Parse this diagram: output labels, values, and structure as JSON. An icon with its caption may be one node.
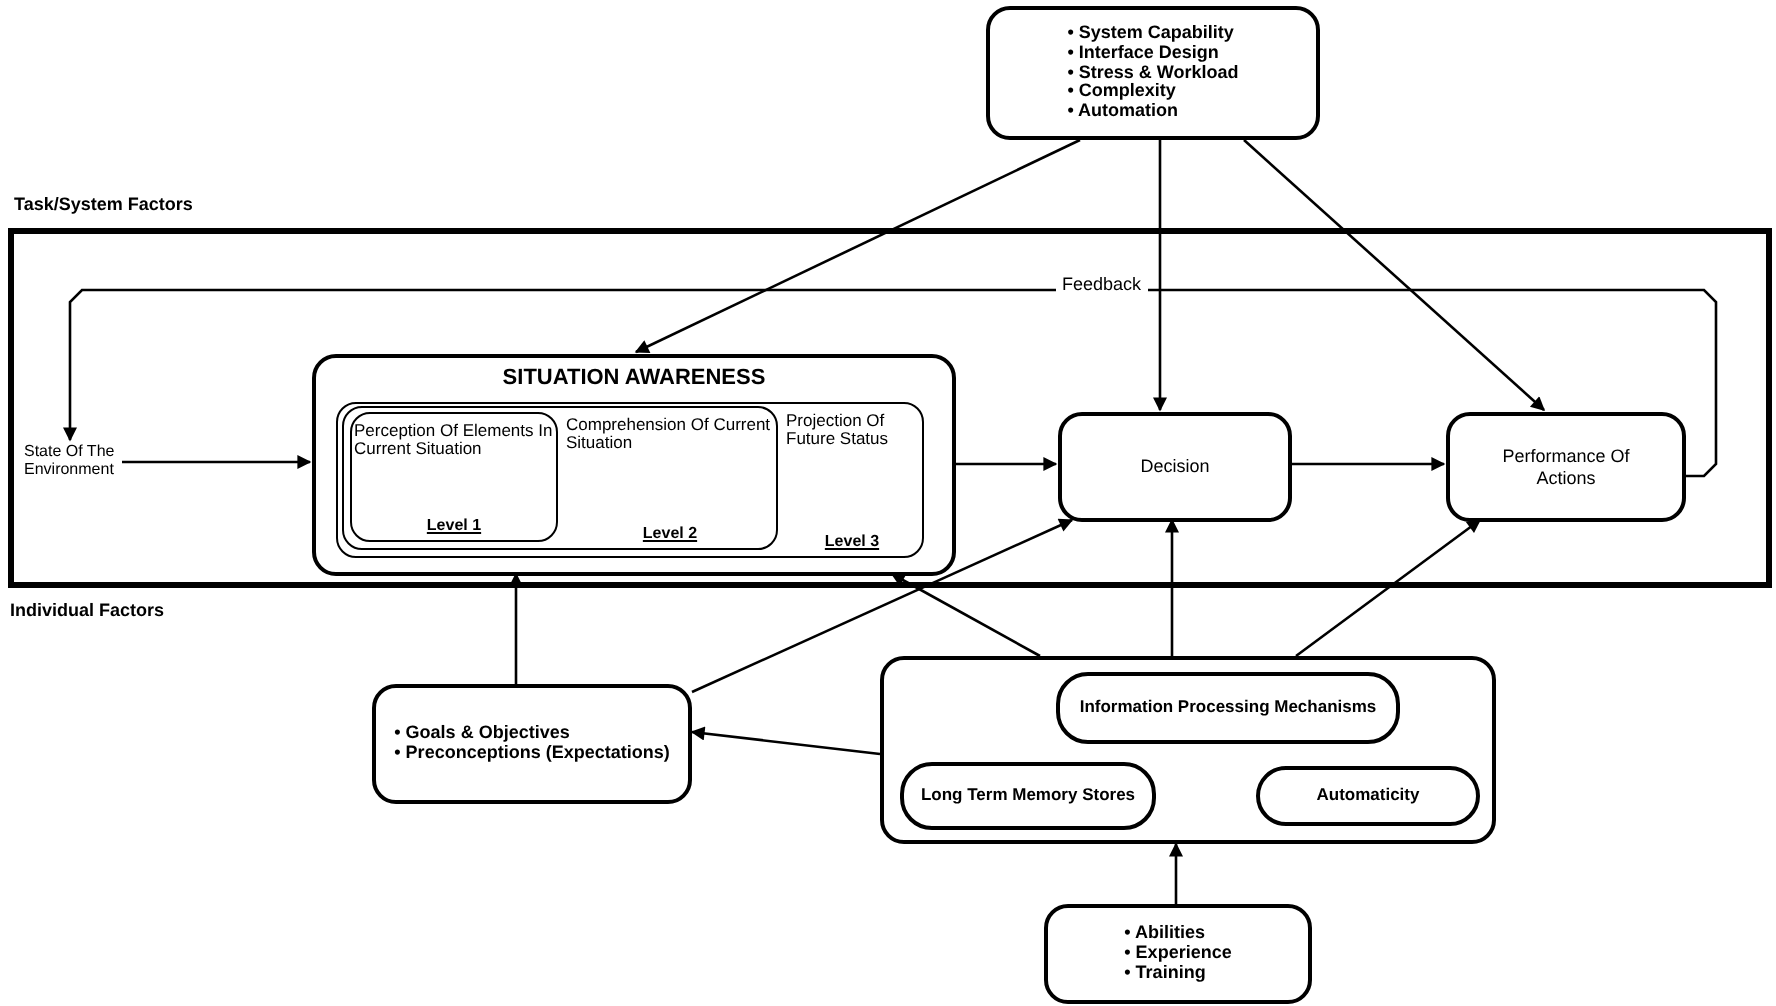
{
  "diagram": {
    "nodes": [
      {
        "text": [
          "• System Capability",
          "• Interface Design",
          "• Stress & Workload",
          "• Complexity",
          "• Automation"
        ]
      },
      {
        "text": [
          "Task/System Factors"
        ]
      },
      {
        "text": [
          "State Of The Environment"
        ],
        "in": 1
      },
      {
        "text": [
          "SITUATION AWARENESS"
        ],
        "in": 1
      },
      {
        "text": [
          "Projection Of Future Status",
          "Level 3"
        ],
        "in": 3
      },
      {
        "text": [
          "Comprehension Of Current Situation",
          "Level 2"
        ],
        "in": 4
      },
      {
        "text": [
          "Perception Of Elements In Current Situation",
          "Level 1"
        ],
        "in": 5
      },
      {
        "text": [
          "Decision"
        ],
        "in": 1
      },
      {
        "text": [
          "Performance Of Actions"
        ],
        "in": 1
      },
      {
        "text": [
          "• Goals & Objectives",
          "• Preconceptions (Expectations)"
        ]
      },
      {
        "text": [],
        "shape": "box"
      },
      {
        "text": [
          "Information Processing Mechanisms"
        ],
        "in": 10
      },
      {
        "text": [
          "Long Term Memory Stores"
        ],
        "in": 10
      },
      {
        "text": [
          "Automaticity"
        ],
        "in": 10
      },
      {
        "text": [
          "• Abilities",
          "• Experience",
          "• Training"
        ]
      }
    ],
    "edges": [
      {
        "from": 0,
        "to": 3,
        "arrow": "to"
      },
      {
        "from": 0,
        "to": 7,
        "arrow": "to"
      },
      {
        "from": 0,
        "to": 8,
        "arrow": "to"
      },
      {
        "from": 2,
        "to": 3,
        "arrow": "to"
      },
      {
        "from": 3,
        "to": 7,
        "arrow": "to"
      },
      {
        "from": 7,
        "to": 8,
        "arrow": "to"
      },
      {
        "from": 8,
        "to": 2,
        "arrow": "to",
        "label": "Feedback"
      },
      {
        "from": 9,
        "to": 3,
        "arrow": "to"
      },
      {
        "from": 9,
        "to": 7,
        "arrow": "to"
      },
      {
        "from": 10,
        "to": 3,
        "arrow": "to"
      },
      {
        "from": 10,
        "to": 7,
        "arrow": "to"
      },
      {
        "from": 10,
        "to": 8,
        "arrow": "to"
      },
      {
        "from": 10,
        "to": 9,
        "arrow": "to"
      },
      {
        "from": 14,
        "to": 10,
        "arrow": "to"
      }
    ],
    "labels": [
      "Individual Factors"
    ]
  }
}
